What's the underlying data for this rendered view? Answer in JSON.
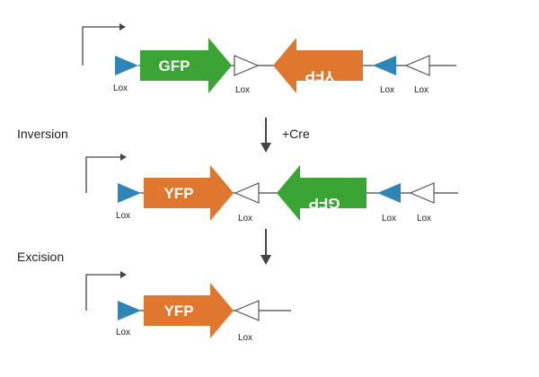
{
  "labels": {
    "inversion": "Inversion",
    "excision": "Excision",
    "cre": "+Cre"
  },
  "genes": {
    "gfp": "GFP",
    "yfp": "YFP"
  },
  "lox_label": "Lox",
  "colors": {
    "gfp": "#3aa535",
    "yfp": "#e0772f",
    "lox_filled": "#2e86b8",
    "lox_outline": "#555555",
    "line": "#444444",
    "text": "#222222",
    "gene_text": "#ffffff"
  }
}
